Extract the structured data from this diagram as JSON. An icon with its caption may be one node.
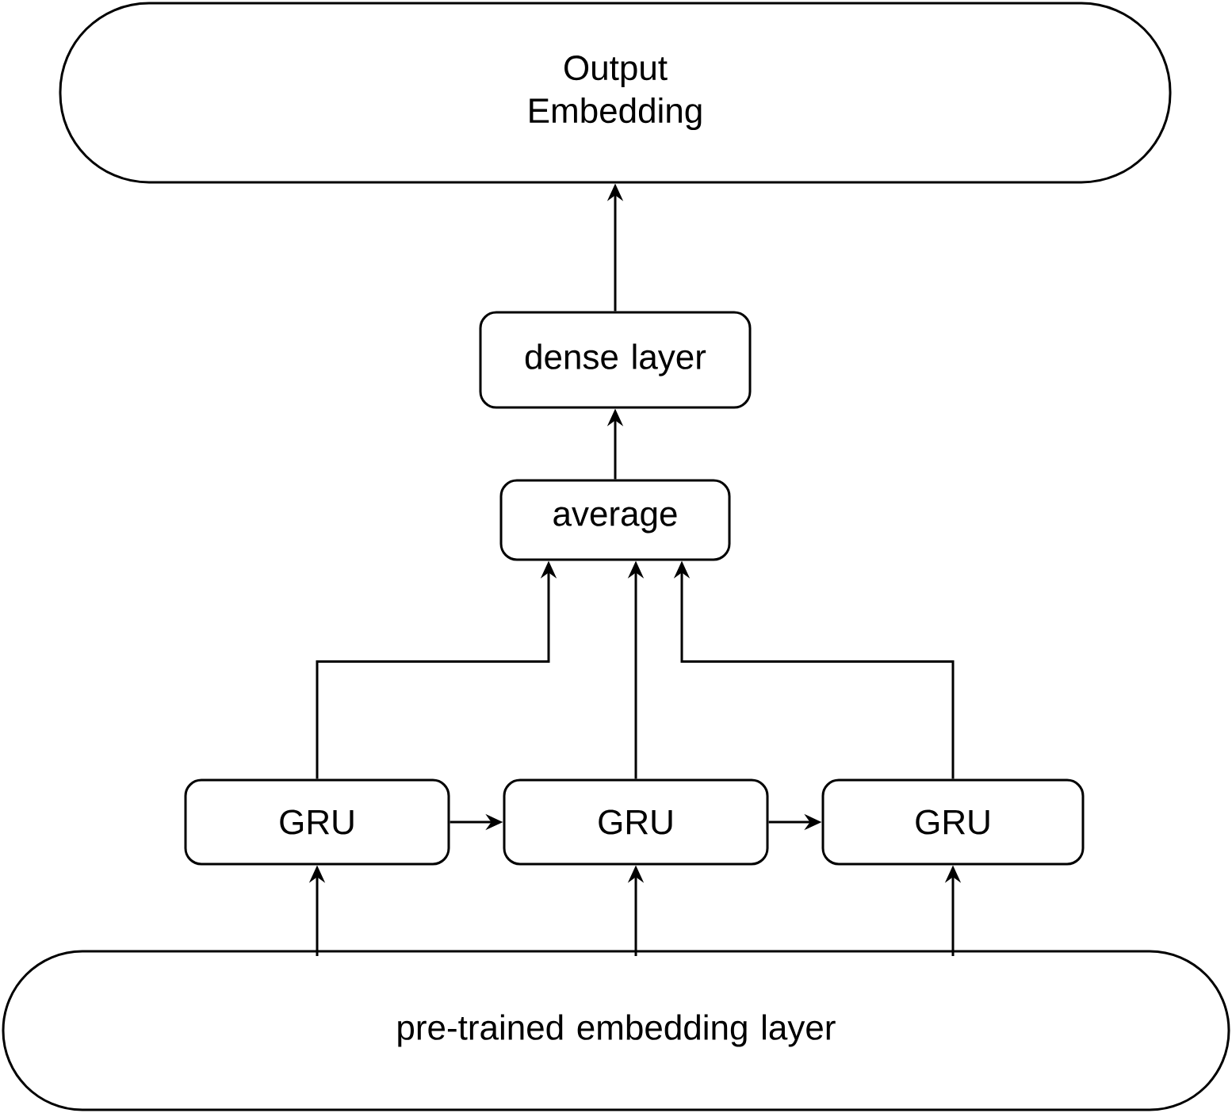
{
  "diagram": {
    "nodes": [
      {
        "text": [
          "Output Embedding"
        ]
      },
      {
        "text": [
          "dense layer"
        ]
      },
      {
        "text": [
          "average"
        ]
      },
      {
        "text": [
          "GRU"
        ]
      },
      {
        "text": [
          "GRU"
        ]
      },
      {
        "text": [
          "GRU"
        ]
      },
      {
        "text": [
          "pre-trained embedding layer"
        ]
      }
    ],
    "edges": [
      {
        "from": 1,
        "to": 0,
        "arrow": "to"
      },
      {
        "from": 2,
        "to": 1,
        "arrow": "to"
      },
      {
        "from": 3,
        "to": 2,
        "arrow": "to"
      },
      {
        "from": 4,
        "to": 2,
        "arrow": "to"
      },
      {
        "from": 5,
        "to": 2,
        "arrow": "to"
      },
      {
        "from": 3,
        "to": 4,
        "arrow": "to"
      },
      {
        "from": 4,
        "to": 5,
        "arrow": "to"
      },
      {
        "from": 6,
        "to": 3,
        "arrow": "to"
      },
      {
        "from": 6,
        "to": 4,
        "arrow": "to"
      },
      {
        "from": 6,
        "to": 5,
        "arrow": "to"
      }
    ]
  }
}
